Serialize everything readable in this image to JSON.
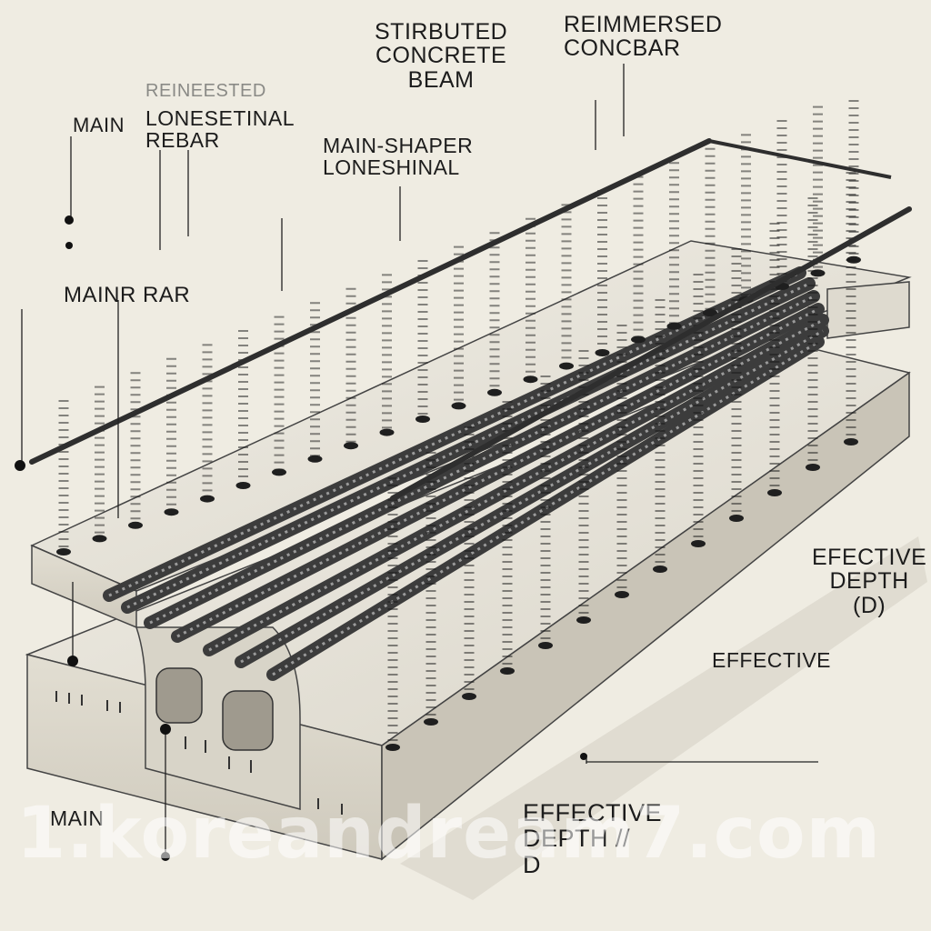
{
  "labels": {
    "stirbuted": "STIRBUTED\nCONCRETE\nBEAM",
    "reimmersed": "REIMMERSED\nCONCBAR",
    "reineested": "REINEESTED",
    "main_top": "MAIN",
    "lonesetinal": "LONESETINAL\nREBAR",
    "main_shaper": "MAIN-SHAPER\nLONESHINAL",
    "mainr_rar": "MAINR RAR",
    "effective_depth_right": "EFECTIVE\nDEPTH\n(D)",
    "effective_mid": "EFFECTIVE",
    "main_bottom": "MAIN",
    "effective_depth_bottom": "EFFECTIVE\nDEPTH //\nD"
  },
  "watermark": "1.koreandream7.com",
  "colors": {
    "background": "#efece2",
    "concrete": "#e4e1d6",
    "concrete_shadow": "#bdb9ae",
    "steel": "#3a3a3a",
    "ink": "#1c1c1c"
  }
}
